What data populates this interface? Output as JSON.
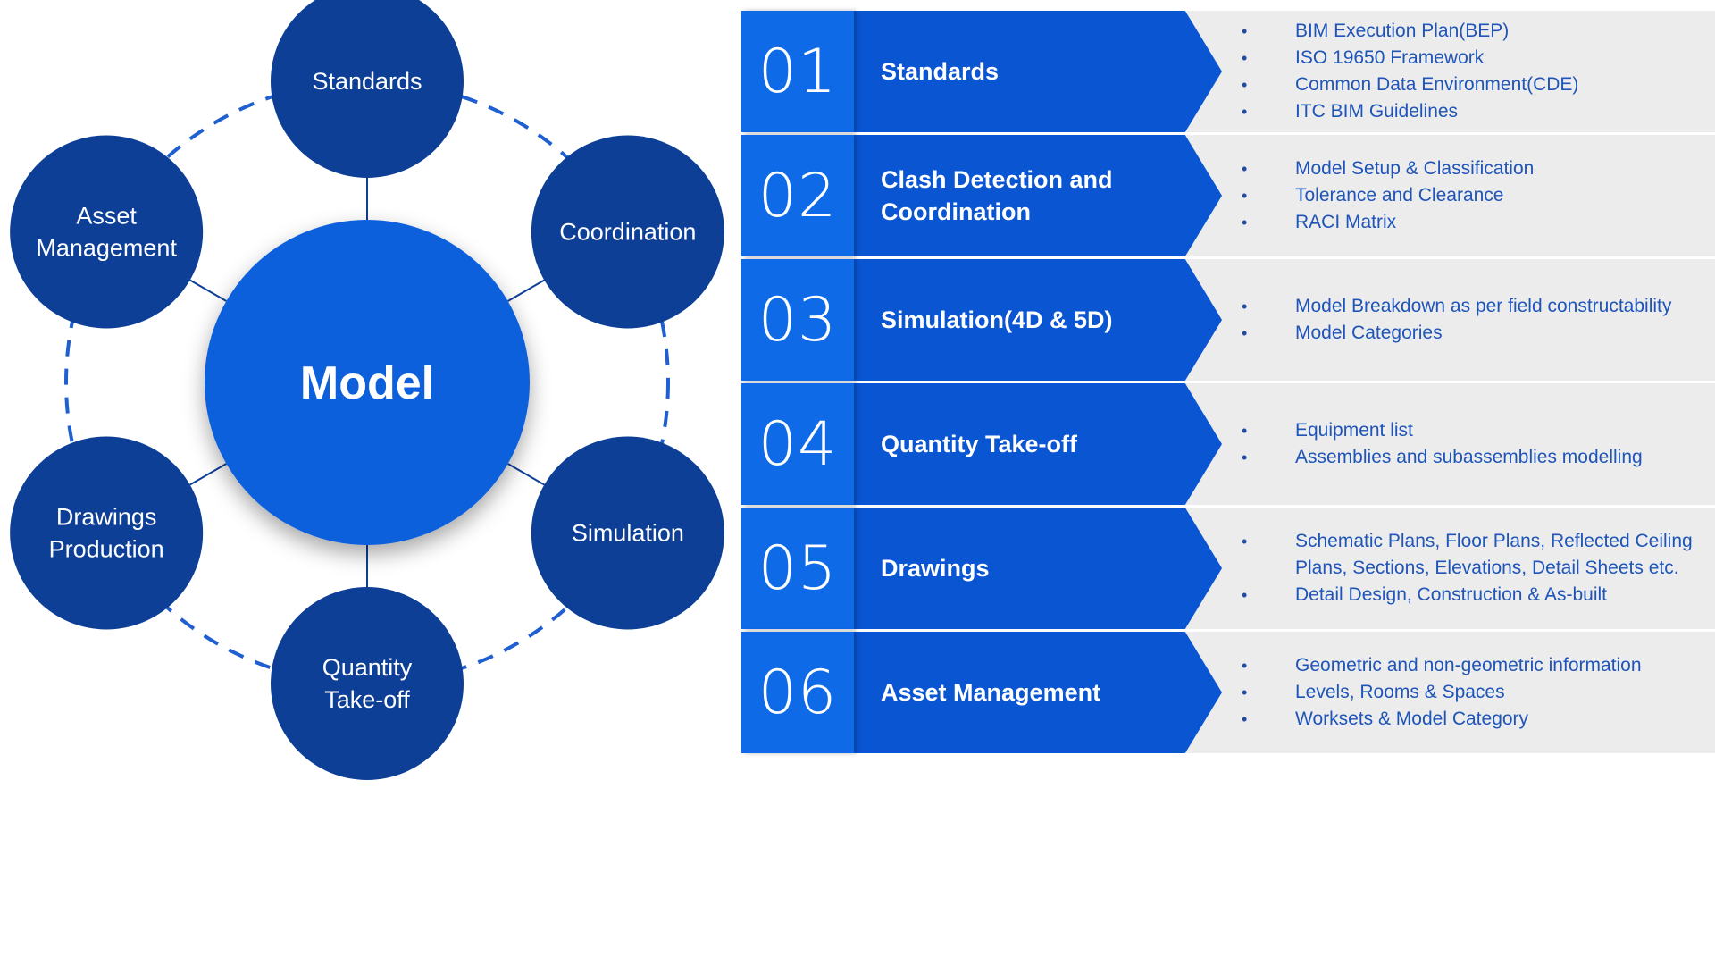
{
  "cycle": {
    "center_label": "Model",
    "nodes": [
      {
        "id": "standards",
        "lines": [
          "Standards"
        ]
      },
      {
        "id": "coordination",
        "lines": [
          "Coordination"
        ]
      },
      {
        "id": "simulation",
        "lines": [
          "Simulation"
        ]
      },
      {
        "id": "quantity-take-off",
        "lines": [
          "Quantity",
          "Take-off"
        ]
      },
      {
        "id": "drawings-production",
        "lines": [
          "Drawings",
          "Production"
        ]
      },
      {
        "id": "asset-management",
        "lines": [
          "Asset",
          "Management"
        ]
      }
    ]
  },
  "table": [
    {
      "number": "01",
      "title": "Standards",
      "bullets": [
        "BIM Execution Plan(BEP)",
        "ISO 19650 Framework",
        "Common Data Environment(CDE)",
        "ITC BIM Guidelines"
      ]
    },
    {
      "number": "02",
      "title": "Clash Detection and Coordination",
      "bullets": [
        "Model Setup & Classification",
        "Tolerance and Clearance",
        "RACI Matrix"
      ]
    },
    {
      "number": "03",
      "title": "Simulation(4D & 5D)",
      "bullets": [
        "Model Breakdown as per field constructability",
        "Model Categories"
      ]
    },
    {
      "number": "04",
      "title": "Quantity Take-off",
      "bullets": [
        "Equipment list",
        "Assemblies and subassemblies modelling"
      ]
    },
    {
      "number": "05",
      "title": "Drawings",
      "bullets": [
        "Schematic Plans, Floor Plans, Reflected Ceiling Plans, Sections, Elevations, Detail Sheets etc.",
        "Detail Design, Construction & As-built"
      ]
    },
    {
      "number": "06",
      "title": "Asset Management",
      "bullets": [
        "Geometric and non-geometric information",
        "Levels, Rooms & Spaces",
        "Worksets & Model Category"
      ]
    }
  ],
  "colors": {
    "node": "#0d3f96",
    "center": "#1060dc",
    "number_box": "#0f6ae8",
    "arrow": "#0a55d2",
    "row_background": "#ececec",
    "bullet_text": "#1f55b8"
  }
}
